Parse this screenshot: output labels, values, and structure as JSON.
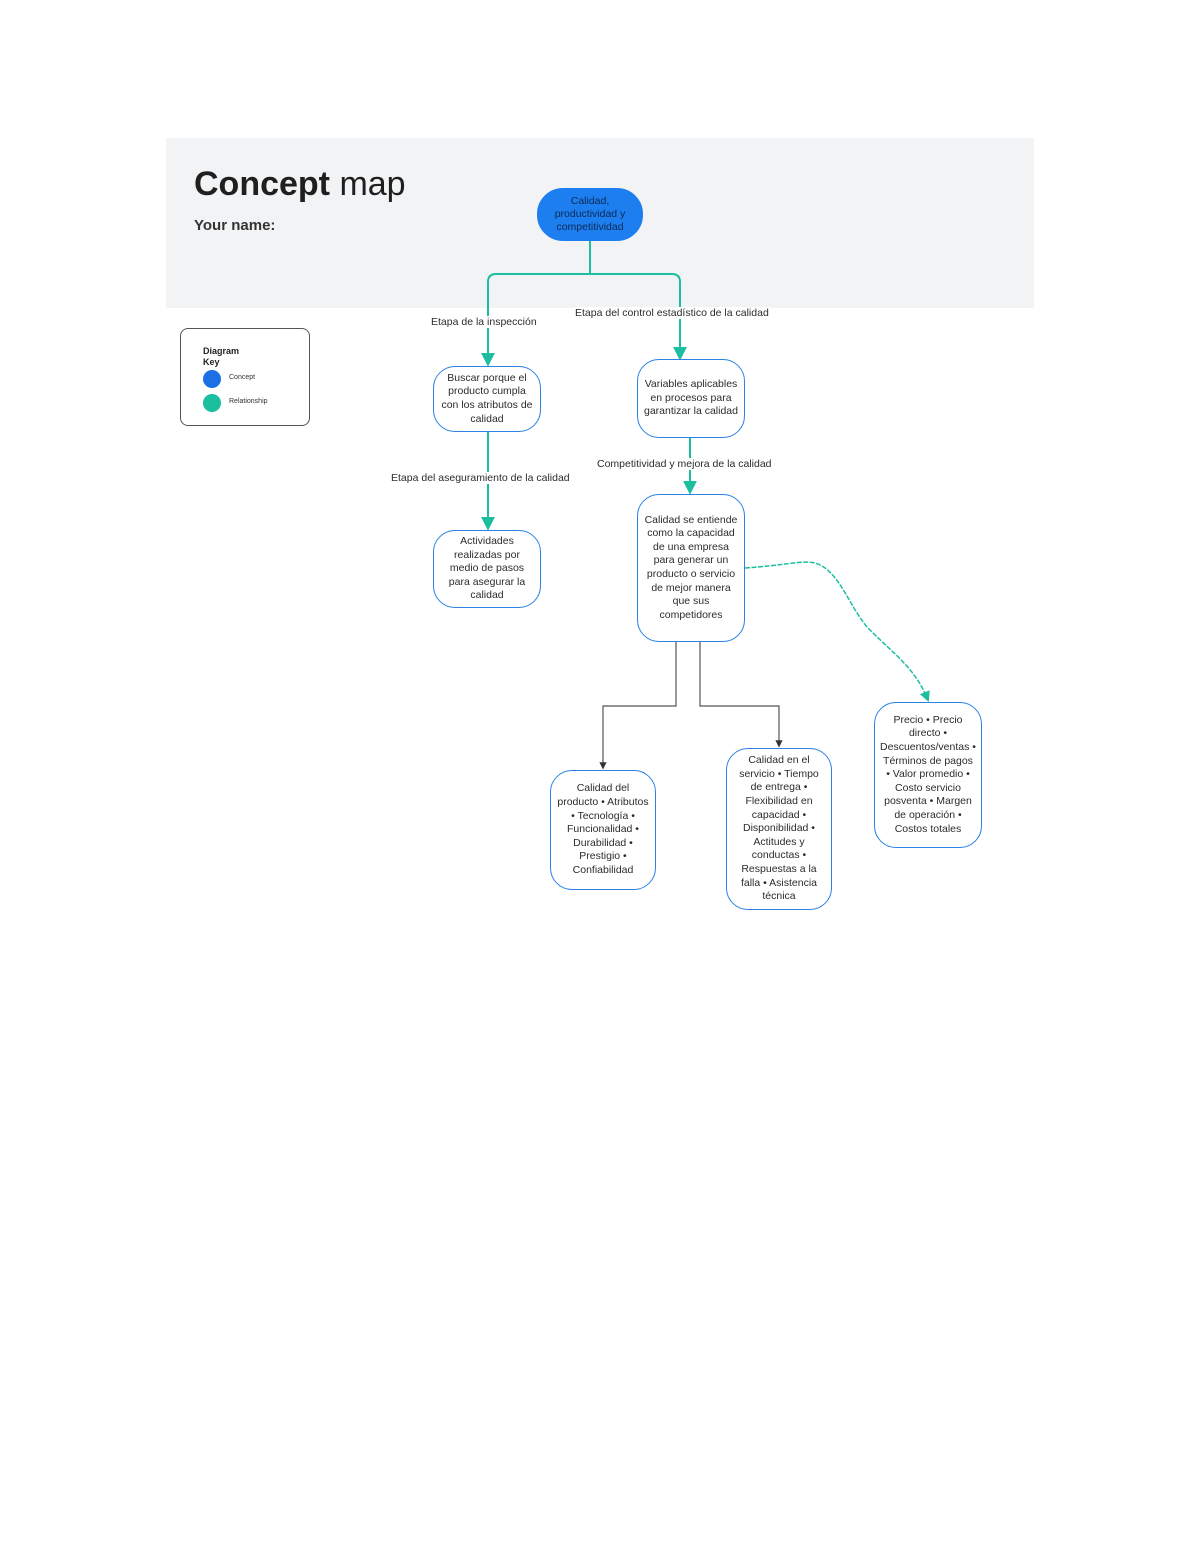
{
  "header": {
    "title_bold": "Concept",
    "title_rest": " map",
    "your_name_label": "Your name:"
  },
  "diagram_key": {
    "title": "Diagram Key",
    "concept_label": "Concept",
    "relationship_label": "Relationship",
    "concept_color": "#1d6fe5",
    "relationship_color": "#1bbfa0"
  },
  "nodes": {
    "root": "Calidad, productividad y competitividad",
    "inspeccion": "Buscar porque el producto cumpla con los atributos de calidad",
    "variables": "Variables aplicables en procesos para garantizar la calidad",
    "actividades": "Actividades realizadas por medio de pasos para asegurar la calidad",
    "competitividad": "Calidad se entiende como la capacidad de una empresa para generar un producto o servicio de mejor manera que sus competidores",
    "calidad_producto": "Calidad del producto • Atributos • Tecnología • Funcionalidad • Durabilidad • Prestigio • Confiabilidad",
    "calidad_servicio": "Calidad en el servicio • Tiempo de entrega • Flexibilidad en capacidad • Disponibilidad • Actitudes y conductas • Respuestas a la falla • Asistencia técnica",
    "precio": "Precio • Precio directo • Descuentos/ventas • Términos de pagos • Valor promedio • Costo servicio posventa • Margen de operación • Costos totales"
  },
  "edge_labels": {
    "inspeccion": "Etapa de la inspección",
    "control": "Etapa del control estadístico de la calidad",
    "aseguramiento": "Etapa del aseguramiento de la calidad",
    "mejora": "Competitividad y mejora de la calidad"
  },
  "colors": {
    "concept_border": "#2a82e6",
    "relationship_line": "#1bbfa0",
    "plain_line": "#555555"
  }
}
